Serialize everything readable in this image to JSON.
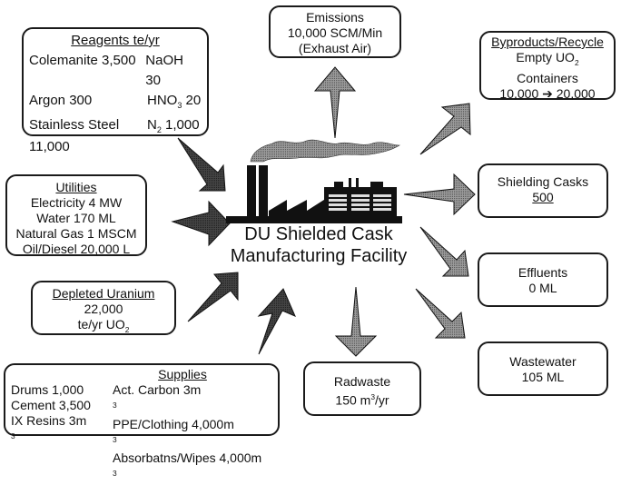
{
  "diagram_title": "DU Shielded Cask Manufacturing Facility",
  "center": {
    "line1": "DU Shielded Cask",
    "line2": "Manufacturing Facility"
  },
  "inputs": {
    "reagents": {
      "title": "Reagents te/yr",
      "items": [
        {
          "left": "Colemanite 3,500",
          "right": "NaOH 30"
        },
        {
          "left": "Argon 300",
          "right_main": "HNO",
          "right_sub": "3",
          "right_rest": " 20"
        },
        {
          "left": "Stainless Steel",
          "right_main": "N",
          "right_sub": "2",
          "right_rest": " 1,000"
        }
      ],
      "extra_line": "11,000"
    },
    "utilities": {
      "title": "Utilities",
      "items": [
        "Electricity 4 MW",
        "Water 170 ML",
        "Natural Gas 1 MSCM",
        "Oil/Diesel 20,000 L"
      ]
    },
    "depleted_uranium": {
      "title": "Depleted Uranium",
      "value": "22,000",
      "unit_main": "te/yr UO",
      "unit_sub": "2"
    },
    "supplies": {
      "title": "Supplies",
      "left": [
        {
          "text": "Drums 1,000",
          "sup": ""
        },
        {
          "text": "Cement 3,500",
          "sup": ""
        },
        {
          "text": "IX Resins 3m",
          "sup": "3"
        }
      ],
      "right": [
        {
          "text": "Act. Carbon 3m",
          "sup": "3"
        },
        {
          "text": "PPE/Clothing 4,000m",
          "sup": "3"
        },
        {
          "text": "Absorbatns/Wipes 4,000m",
          "sup": "3"
        }
      ]
    }
  },
  "outputs": {
    "emissions": {
      "line1": "Emissions",
      "line2": "10,000 SCM/Min",
      "line3": "(Exhaust Air)"
    },
    "byproducts": {
      "title": "Byproducts/Recycle",
      "line1_main": "Empty UO",
      "line1_sub": "2",
      "line2": "Containers",
      "line3": "10,000 ➔ 20,000"
    },
    "shielding_casks": {
      "line1": "Shielding Casks",
      "value": "500"
    },
    "effluents": {
      "line1": "Effluents",
      "line2": "0 ML"
    },
    "wastewater": {
      "line1": "Wastewater",
      "line2": "105 ML"
    },
    "radwaste": {
      "line1": "Radwaste",
      "line2_main": "150 m",
      "line2_sup": "3",
      "line2_rest": "/yr"
    }
  },
  "colors": {
    "arrow_dark": "#3a3a3a",
    "arrow_mid": "#7a7a7a",
    "smoke": "#a8a8a8",
    "ink": "#111111"
  }
}
